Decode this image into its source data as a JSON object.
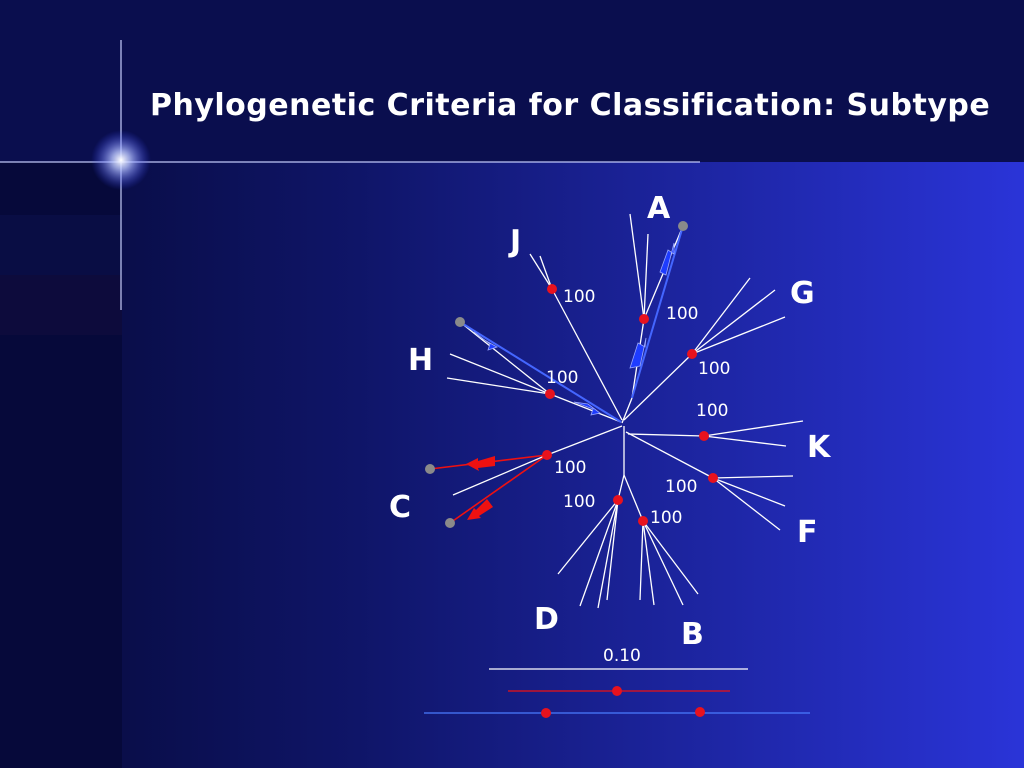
{
  "slide": {
    "title": "Phylogenetic Criteria for Classification: Subtype"
  },
  "colors": {
    "background_dark": "#0a0e4e",
    "background_bright": "#2a34d8",
    "branch": "#ffffff",
    "node": "#e8121e",
    "terminal": "#8a8a8a",
    "arrow_blue": "#1e3cff",
    "arrow_red": "#ee1111"
  },
  "tree": {
    "clades": {
      "A": "A",
      "G": "G",
      "J": "J",
      "H": "H",
      "K": "K",
      "C": "C",
      "F": "F",
      "D": "D",
      "B": "B"
    },
    "bootstrap": {
      "A": "100",
      "G": "100",
      "J": "100",
      "H": "100",
      "K_upper": "100",
      "C": "100",
      "F": "100",
      "D": "100",
      "B": "100"
    },
    "scale_bar": "0.10"
  }
}
